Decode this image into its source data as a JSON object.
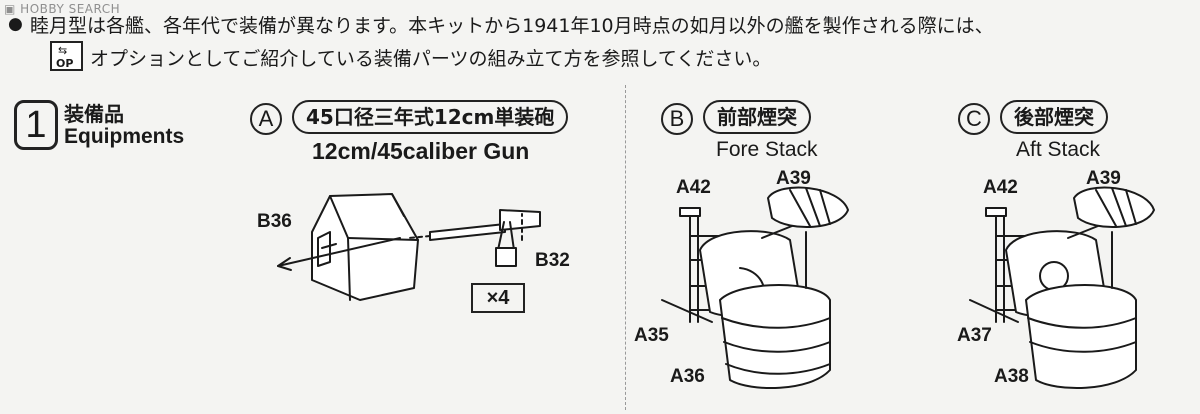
{
  "watermark": "HOBBY SEARCH",
  "instructions": {
    "line1": "睦月型は各艦、各年代で装備が異なります。本キットから1941年10月時点の如月以外の艦を製作される際には、",
    "line2": "オプションとしてご紹介している装備パーツの組み立て方を参照してください。",
    "option_icon_text": "OP"
  },
  "step": {
    "number": "1",
    "title_jp": "装備品",
    "title_en": "Equipments"
  },
  "sections": [
    {
      "letter": "A",
      "title_jp": "45口径三年式12cm単装砲",
      "title_en": "12cm/45caliber Gun",
      "parts": [
        "B36",
        "B32"
      ],
      "quantity": "×4"
    },
    {
      "letter": "B",
      "title_jp": "前部煙突",
      "title_en": "Fore Stack",
      "parts": [
        "A42",
        "A39",
        "A35",
        "A36"
      ]
    },
    {
      "letter": "C",
      "title_jp": "後部煙突",
      "title_en": "Aft Stack",
      "parts": [
        "A42",
        "A39",
        "A37",
        "A38"
      ]
    }
  ]
}
